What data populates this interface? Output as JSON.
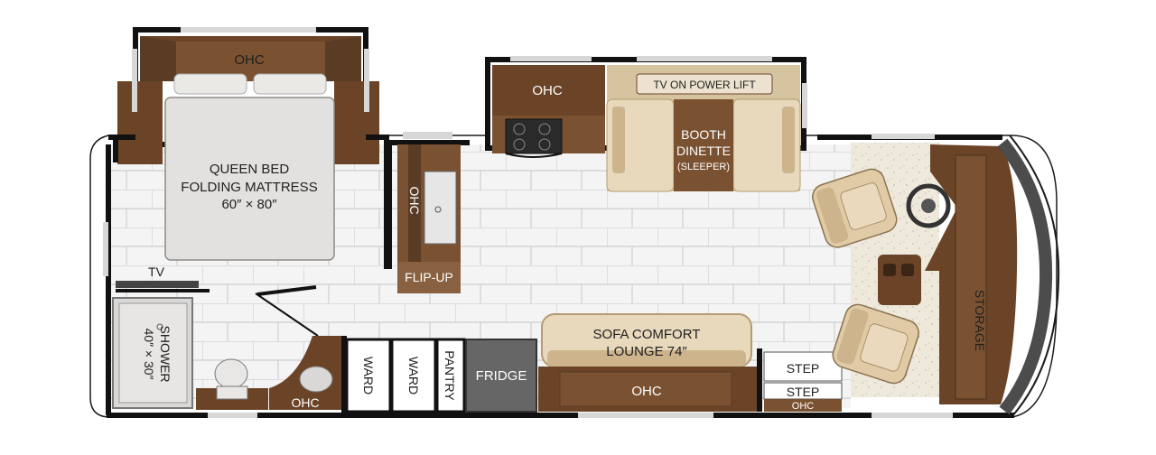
{
  "colors": {
    "wall": "#111111",
    "floor_tile": "#f4f4f4",
    "tile_line": "#cfcfcf",
    "wood_dark": "#5a3b23",
    "wood_mid": "#7a5232",
    "cabinet": "#6b4428",
    "cushion": "#e8d8bc",
    "cushion_shade": "#cdb48c",
    "bed": "#e3e1df",
    "fridge": "#666666",
    "carpet": "#ece6d9",
    "window": "#d7d7d7",
    "dash": "#4c4c4c"
  },
  "labels": {
    "bedroom_ohc": "OHC",
    "bed_line1": "QUEEN BED",
    "bed_line2": "FOLDING MATTRESS",
    "bed_line3": "60″ × 80″",
    "tv_bedroom": "TV",
    "shower_line1": "SHOWER",
    "shower_line2": "40″ × 30″",
    "bath_ohc": "OHC",
    "galley_ohc_vertical": "OHC",
    "flip_up": "FLIP-UP",
    "kitchen_ohc": "OHC",
    "tv_lift": "TV ON POWER LIFT",
    "dinette_line1": "BOOTH",
    "dinette_line2": "DINETTE",
    "dinette_line3": "(SLEEPER)",
    "ward1": "WARD",
    "ward2": "WARD",
    "pantry": "PANTRY",
    "fridge": "FRIDGE",
    "sofa_line1": "SOFA COMFORT",
    "sofa_line2": "LOUNGE 74″",
    "sofa_ohc": "OHC",
    "step1": "STEP",
    "step2": "STEP",
    "entry_ohc": "OHC",
    "storage": "STORAGE"
  }
}
